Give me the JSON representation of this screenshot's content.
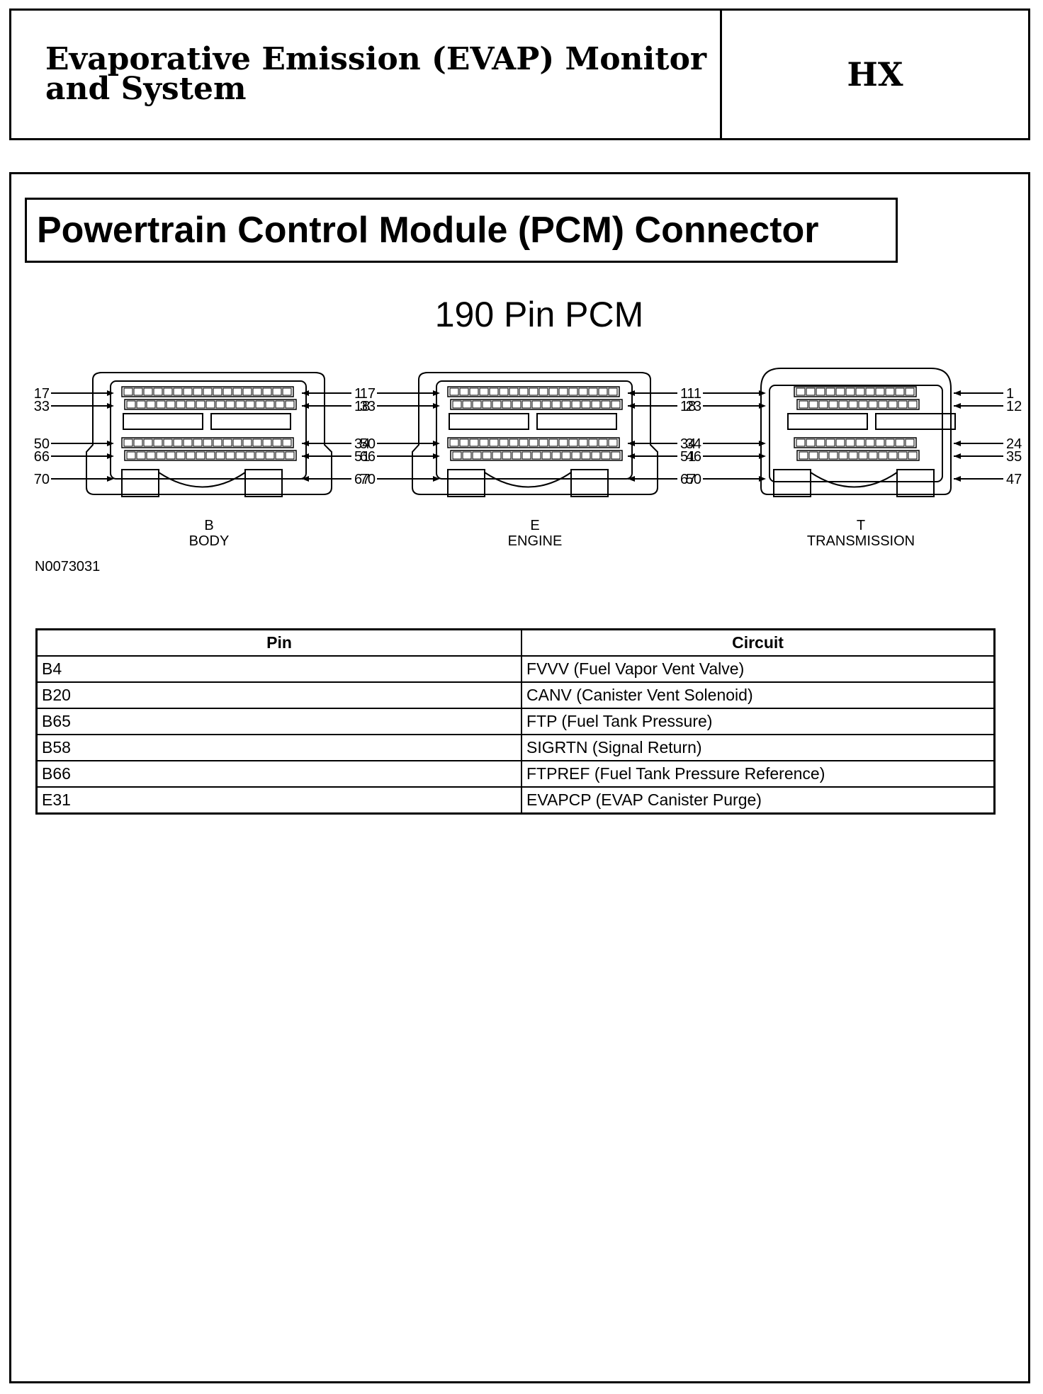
{
  "header": {
    "title_line1": "Evaporative Emission (EVAP) Monitor",
    "title_line2": "and System",
    "code": "HX"
  },
  "section_title": "Powertrain Control Module (PCM) Connector",
  "diagram": {
    "title": "190 Pin PCM",
    "figure_id": "N0073031",
    "connectors": [
      {
        "letter": "B",
        "name": "BODY",
        "left_labels": [
          "17",
          "33",
          "50",
          "66",
          "70"
        ],
        "right_labels": [
          "1",
          "18",
          "34",
          "51",
          "67"
        ]
      },
      {
        "letter": "E",
        "name": "ENGINE",
        "left_labels": [
          "17",
          "33",
          "50",
          "66",
          "70"
        ],
        "right_labels": [
          "1",
          "18",
          "34",
          "51",
          "67"
        ]
      },
      {
        "letter": "T",
        "name": "TRANSMISSION",
        "left_labels": [
          "11",
          "23",
          "34",
          "46",
          "50"
        ],
        "right_labels": [
          "1",
          "12",
          "24",
          "35",
          "47"
        ]
      }
    ]
  },
  "table": {
    "headers": [
      "Pin",
      "Circuit"
    ],
    "rows": [
      [
        "B4",
        "FVVV (Fuel Vapor Vent Valve)"
      ],
      [
        "B20",
        "CANV (Canister Vent Solenoid)"
      ],
      [
        "B65",
        "FTP (Fuel Tank Pressure)"
      ],
      [
        "B58",
        "SIGRTN (Signal Return)"
      ],
      [
        "B66",
        "FTPREF (Fuel Tank Pressure Reference)"
      ],
      [
        "E31",
        "EVAPCP (EVAP Canister Purge)"
      ]
    ]
  }
}
